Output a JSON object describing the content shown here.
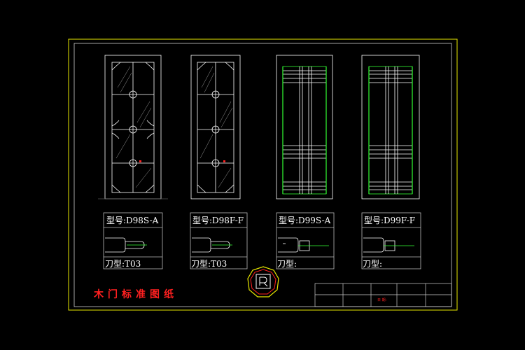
{
  "drawing_title": "木门标准图纸",
  "doors": [
    {
      "model": "型号:D98S-A",
      "knife": "刀型:T03",
      "note1": "",
      "note2": ""
    },
    {
      "model": "型号:D98F-F",
      "knife": "刀型:T03",
      "note1": "",
      "note2": ""
    },
    {
      "model": "型号:D99S-A",
      "knife": "刀型:",
      "note1": "",
      "note2": ""
    },
    {
      "model": "型号:D99F-F",
      "knife": "刀型:",
      "note1": "",
      "note2": ""
    }
  ],
  "title_block": {
    "cell_a": "",
    "cell_b": "",
    "cell_c": "",
    "cell_d": "",
    "cell_e": "日 期:",
    "cell_f": "",
    "cell_g": ""
  },
  "colors": {
    "frame": "#e8e800",
    "line": "#ffffff",
    "accent": "#33ff33",
    "text_red": "#ff2020"
  }
}
